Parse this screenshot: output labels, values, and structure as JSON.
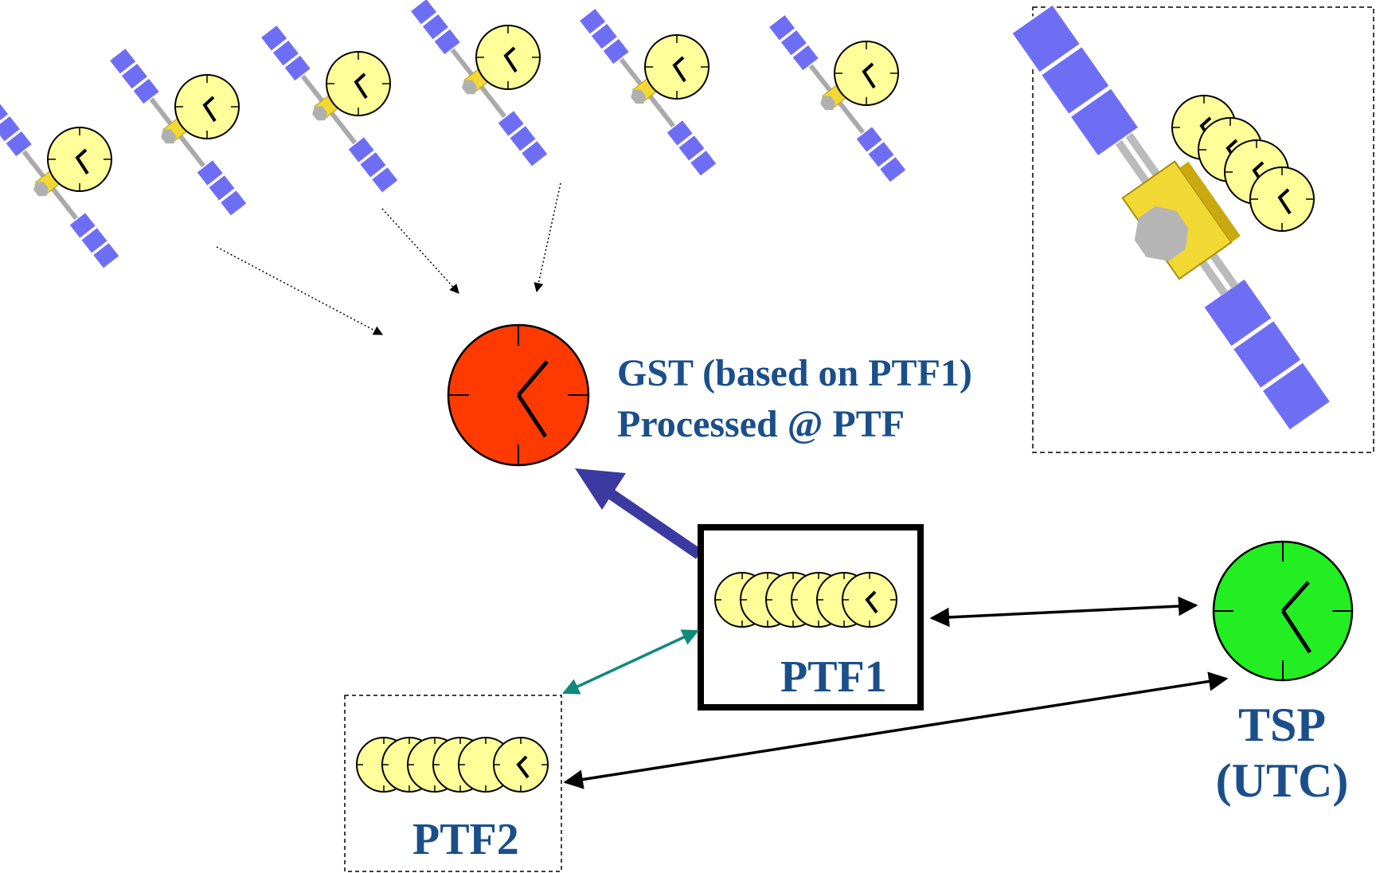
{
  "colors": {
    "label_text": "#1a4f8a",
    "gst_clock": "#ff3a00",
    "tsp_clock": "#22ee22",
    "sat_clock": "#ffff99",
    "solar_panel": "#6e6ef5",
    "sat_body": "#f2d832",
    "gst_arrow": "#3a3aa0",
    "ptf_link": "#108a7a"
  },
  "gst": {
    "line1": "GST (based on PTF1)",
    "line2": "Processed @ PTF"
  },
  "ptf1": {
    "label": "PTF1"
  },
  "ptf2": {
    "label": "PTF2"
  },
  "tsp": {
    "line1": "TSP",
    "line2": "(UTC)"
  },
  "icons": {
    "satellite": "satellite-icon",
    "clock": "clock-icon"
  }
}
